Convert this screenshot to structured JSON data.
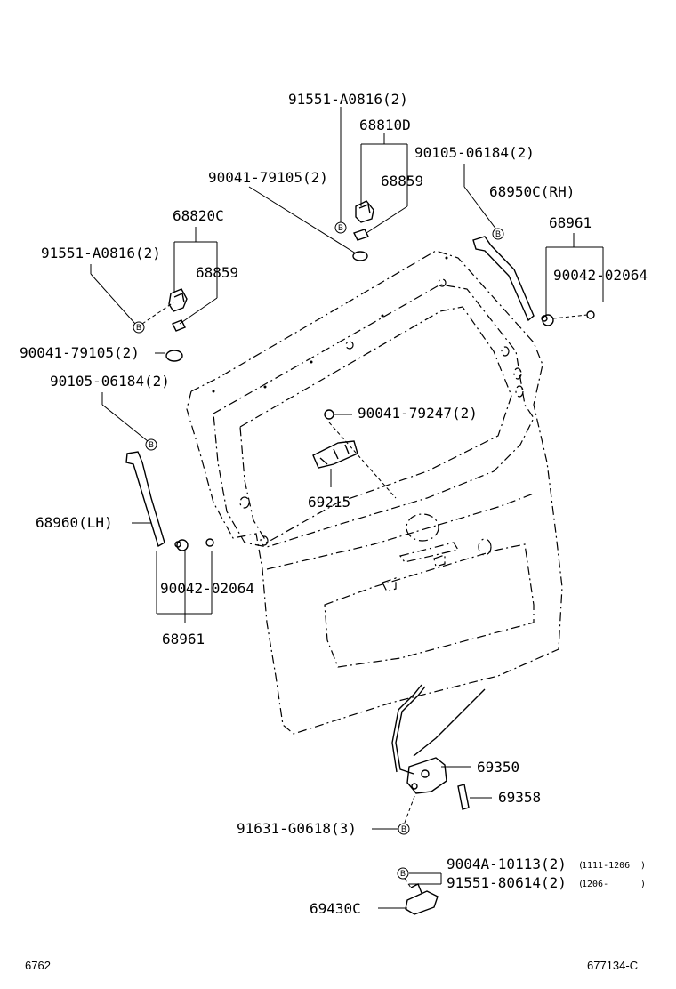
{
  "labels": {
    "l_91551a0816_top": "91551-A0816(2)",
    "l_68810d": "68810D",
    "l_90105_right": "90105-06184(2)",
    "l_90041_top": "90041-79105(2)",
    "l_68859_top": "68859",
    "l_68950c": "68950C(RH)",
    "l_68820c": "68820C",
    "l_68961_top": "68961",
    "l_91551a0816_left": "91551-A0816(2)",
    "l_68859_left": "68859",
    "l_90042_right": "90042-02064",
    "l_90041_left": "90041-79105(2)",
    "l_90105_left": "90105-06184(2)",
    "l_90041_79247": "90041-79247(2)",
    "l_69215": "69215",
    "l_68960": "68960(LH)",
    "l_90042_left": "90042-02064",
    "l_68961_bottom": "68961",
    "l_69350": "69350",
    "l_69358": "69358",
    "l_91631": "91631-G0618(3)",
    "l_9004a": "9004A-10113(2)",
    "l_9004a_range": "1111-1206",
    "l_91551_80614": "91551-80614(2)",
    "l_91551_80614_range": "1206-",
    "l_69430c": "69430C"
  },
  "bolt_letter": "B",
  "footer": {
    "left_code": "6762",
    "right_code": "677134-C"
  }
}
